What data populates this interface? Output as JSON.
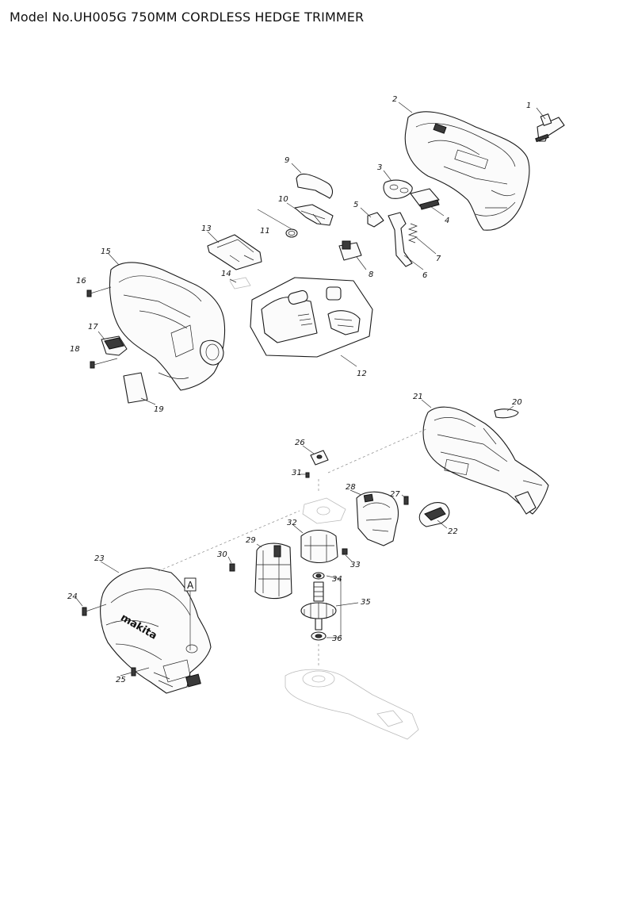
{
  "title": "Model No.UH005G 750MM CORDLESS HEDGE TRIMMER",
  "callout_letter": "A",
  "brand_logo_text": "makita",
  "part_labels": [
    "1",
    "2",
    "3",
    "4",
    "5",
    "6",
    "7",
    "8",
    "9",
    "10",
    "11",
    "12",
    "13",
    "14",
    "15",
    "16",
    "17",
    "18",
    "19",
    "20",
    "21",
    "22",
    "23",
    "24",
    "25",
    "26",
    "27",
    "28",
    "29",
    "30",
    "31",
    "32",
    "33",
    "34",
    "35",
    "36"
  ]
}
